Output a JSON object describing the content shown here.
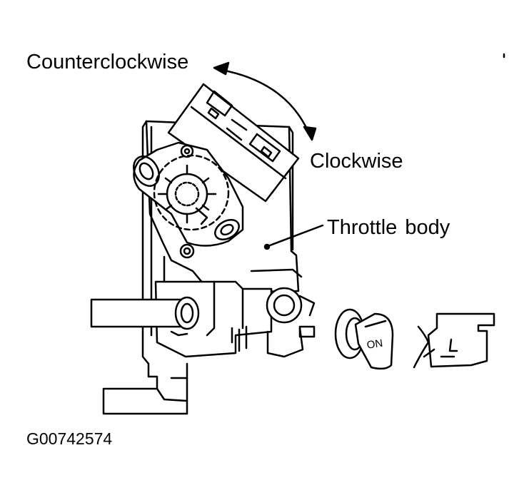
{
  "labels": {
    "counterclockwise": "Counterclockwise",
    "clockwise": "Clockwise",
    "throttle_body": "Throttle  body",
    "figure_code": "G00742574",
    "key_on": "ON"
  },
  "icons": [
    "rotation-arrow-icon",
    "ignition-key-icon",
    "engine-icon"
  ],
  "colors": {
    "ink": "#000000",
    "paper": "#ffffff"
  }
}
